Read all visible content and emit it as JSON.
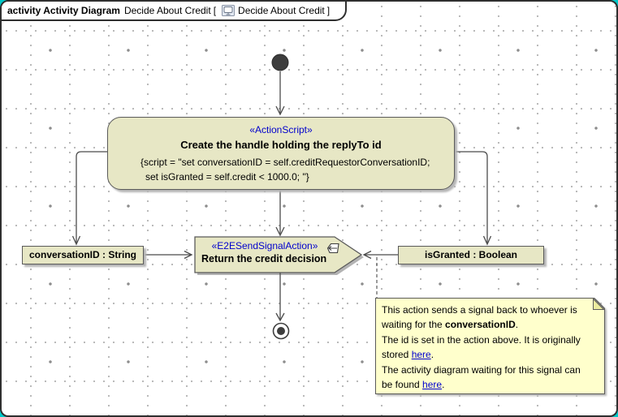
{
  "header": {
    "kind_label": "activity Activity Diagram",
    "diagram_name": "Decide About Credit",
    "bracket_open": "[",
    "bracket_ref_name": "Decide About Credit",
    "bracket_close": "]"
  },
  "nodes": {
    "action_script": {
      "stereotype": "«ActionScript»",
      "title": "Create the handle holding the replyTo id",
      "script_line1": "{script = \"set conversationID = self.creditRequestorConversationID;",
      "script_line2": "set isGranted = self.credit < 1000.0; \"}"
    },
    "conversation_id_pin": {
      "label": "conversationID : String"
    },
    "is_granted_pin": {
      "label": "isGranted : Boolean"
    },
    "send_signal": {
      "stereotype": "«E2ESendSignalAction»",
      "title": "Return the credit decision"
    }
  },
  "note": {
    "lines": [
      {
        "text": "This action sends a signal back to whoever is"
      },
      {
        "prefix": "waiting for the ",
        "bold": "conversationID",
        "suffix": "."
      },
      {
        "text": "The id is set in the action above. It is originally"
      },
      {
        "prefix": "stored ",
        "link": "here",
        "suffix": "."
      },
      {
        "text": "The activity diagram waiting for this signal can"
      },
      {
        "prefix": "be found ",
        "link": "here",
        "suffix": "."
      }
    ]
  },
  "icons": {
    "header_icon": "activity-diagram-icon",
    "signal_icon": "send-signal-icon"
  },
  "colors": {
    "app_background": "#00c9c9",
    "canvas_background": "#ffffff",
    "node_fill": "#e7e7c5",
    "note_fill": "#ffffcc",
    "stereotype_text": "#0000cd",
    "link_text": "#0000cd",
    "connector": "#4b4b4b"
  }
}
